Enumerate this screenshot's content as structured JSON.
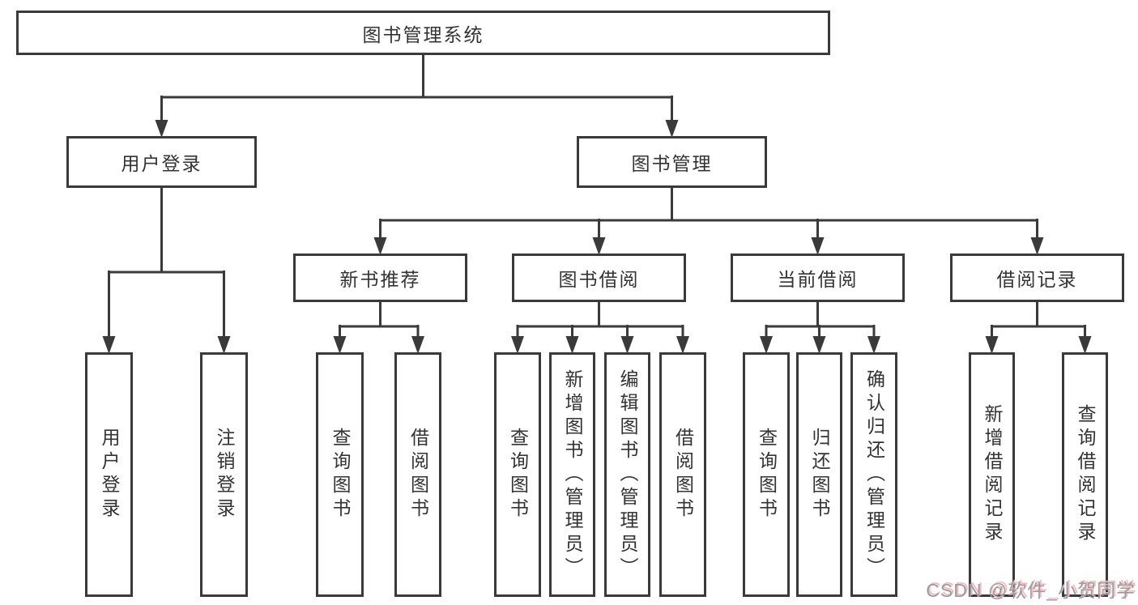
{
  "diagram": {
    "root": "图书管理系统",
    "children": [
      {
        "label": "用户登录",
        "children": [
          {
            "label": "用户登录"
          },
          {
            "label": "注销登录"
          }
        ]
      },
      {
        "label": "图书管理",
        "children": [
          {
            "label": "新书推荐",
            "children": [
              {
                "label": "查询图书"
              },
              {
                "label": "借阅图书"
              }
            ]
          },
          {
            "label": "图书借阅",
            "children": [
              {
                "label": "查询图书"
              },
              {
                "label": "新增图书（管理员）"
              },
              {
                "label": "编辑图书（管理员）"
              },
              {
                "label": "借阅图书"
              }
            ]
          },
          {
            "label": "当前借阅",
            "children": [
              {
                "label": "查询图书"
              },
              {
                "label": "归还图书"
              },
              {
                "label": "确认归还（管理员）"
              }
            ]
          },
          {
            "label": "借阅记录",
            "children": [
              {
                "label": "新增借阅记录"
              },
              {
                "label": "查询借阅记录"
              }
            ]
          }
        ]
      }
    ]
  },
  "watermark": {
    "text": "CSDN @软件_小贺同学"
  },
  "colors": {
    "line": "#3a3a3a",
    "text": "#333333",
    "background": "#ffffff",
    "watermark_text": "#9b9b9b",
    "watermark_accent": "#f3bac2"
  }
}
